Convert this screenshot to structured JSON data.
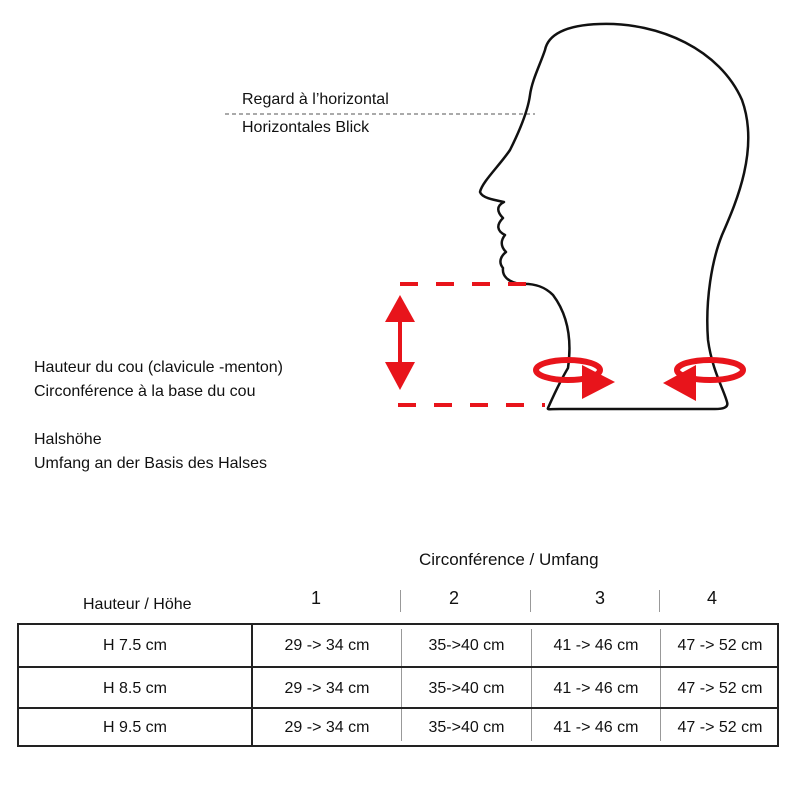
{
  "labels": {
    "gaze_fr": "Regard à l’horizontal",
    "gaze_de": "Horizontales Blick",
    "neck_fr_1": "Hauteur du cou (clavicule -menton)",
    "neck_fr_2": "Circonférence à la base du cou",
    "neck_de_1": "Halshöhe",
    "neck_de_2": "Umfang an der Basis des Halses"
  },
  "table": {
    "title": "Circonférence / Umfang",
    "row_header": "Hauteur / Höhe",
    "columns": [
      "1",
      "2",
      "3",
      "4"
    ],
    "rows": [
      {
        "height": "H 7.5 cm",
        "values": [
          "29 -> 34 cm",
          "35->40 cm",
          "41 -> 46 cm",
          "47 -> 52 cm"
        ]
      },
      {
        "height": "H 8.5 cm",
        "values": [
          "29 -> 34 cm",
          "35->40 cm",
          "41 -> 46 cm",
          "47 -> 52 cm"
        ]
      },
      {
        "height": "H 9.5 cm",
        "values": [
          "29 -> 34 cm",
          "35->40 cm",
          "41 -> 46 cm",
          "47 -> 52 cm"
        ]
      }
    ]
  },
  "colors": {
    "accent": "#e8141b",
    "outline": "#111111"
  }
}
